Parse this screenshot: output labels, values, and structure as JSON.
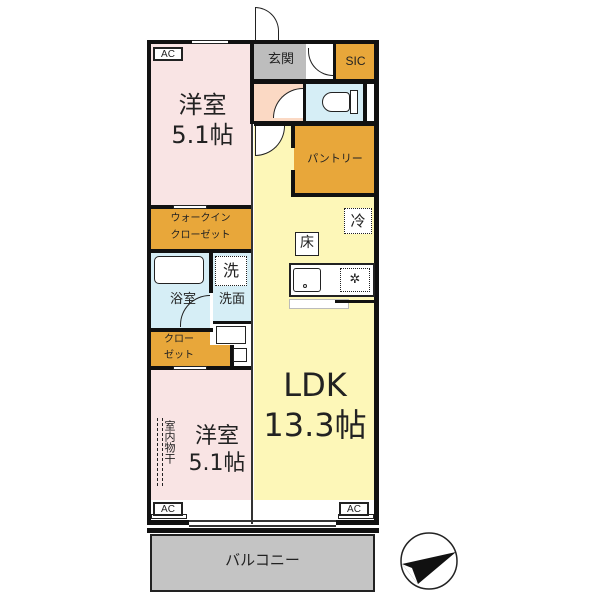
{
  "floorplan": {
    "rooms": {
      "western_room_1": {
        "label": "洋室",
        "size": "5.1帖"
      },
      "western_room_2": {
        "label": "洋室",
        "size": "5.1帖"
      },
      "ldk": {
        "label": "LDK",
        "size": "13.3帖"
      },
      "entrance": {
        "label": "玄関"
      },
      "sic": {
        "label": "SIC"
      },
      "pantry": {
        "label": "パントリー"
      },
      "walk_in_closet": {
        "line1": "ウォークイン",
        "line2": "クローゼット"
      },
      "bathroom": {
        "label": "浴室"
      },
      "washroom": {
        "label": "洗面"
      },
      "closet": {
        "line1": "クロー",
        "line2": "ゼット"
      },
      "balcony": {
        "label": "バルコニー"
      }
    },
    "symbols": {
      "ac_label": "AC",
      "floor_heating": "床",
      "refrigerator": "冷",
      "washer": "洗",
      "indoor_drying": "室内物干"
    },
    "colors": {
      "western": "#f9e4e4",
      "ldk": "#fdf7b8",
      "storage": "#e8a73a",
      "entrance": "#bdbdbd",
      "wet": "#d6eef6",
      "hall": "#fbd9c4",
      "balcony": "#c4c4c4",
      "wall": "#111111"
    }
  }
}
